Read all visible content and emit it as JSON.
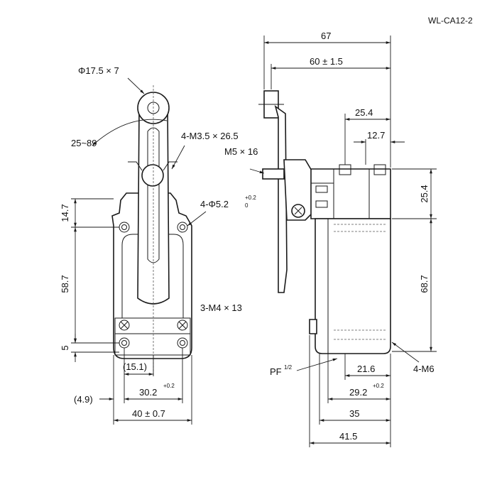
{
  "model_code": "WL-CA12-2",
  "front_view": {
    "roller": "Φ17.5 × 7",
    "swing_angle": "25~89",
    "lever_screws": "4-M3.5 × 26.5",
    "mount_holes": "4-Φ5.2",
    "mount_holes_tol_upper": "+0.2",
    "mount_holes_tol_lower": "0",
    "cover_screws": "3-M4 × 13",
    "dim_14_7": "14.7",
    "dim_58_7": "58.7",
    "dim_5": "5",
    "dim_15_1": "(15.1)",
    "dim_30_2": "30.2",
    "dim_30_2_tol": "+0.2",
    "dim_4_9": "(4.9)",
    "dim_40": "40 ± 0.7"
  },
  "side_view": {
    "dim_67": "67",
    "dim_60": "60 ± 1.5",
    "dim_25_4_top": "25.4",
    "dim_12_7": "12.7",
    "shaft_screw": "M5 × 16",
    "dim_25_4_right": "25.4",
    "dim_68_7": "68.7",
    "conduit": "PF",
    "conduit_frac": "1/2",
    "dim_21_6": "21.6",
    "dim_29_2": "29.2",
    "dim_29_2_tol": "+0.2",
    "dim_35": "35",
    "dim_41_5": "41.5",
    "mount_screws": "4-M6"
  }
}
